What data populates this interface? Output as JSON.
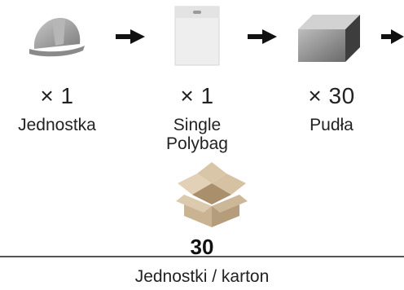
{
  "steps": [
    {
      "icon": "hard-hat-icon",
      "quantity": "× 1",
      "label": "Jednostka"
    },
    {
      "icon": "polybag-icon",
      "quantity": "× 1",
      "label_line1": "Single",
      "label_line2": "Polybag"
    },
    {
      "icon": "box-icon",
      "quantity": "× 30",
      "label": "Pudła"
    }
  ],
  "carton_icon": "open-carton-icon",
  "total": "30",
  "total_caption": "Jednostki / karton",
  "colors": {
    "text": "#222222",
    "hat": "#9a9a9a",
    "box": "#7a7a7a",
    "carton": "#cbb79b"
  }
}
